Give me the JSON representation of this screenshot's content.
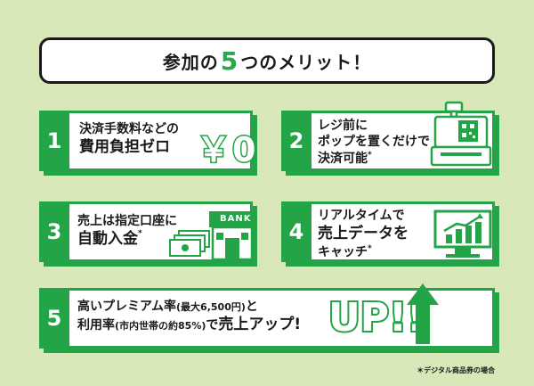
{
  "title": {
    "pre": "参加の",
    "num": "5",
    "post": "つのメリット！"
  },
  "cards": [
    {
      "num": "1",
      "line1": "決済手数料などの",
      "line2": "費用負担ゼロ",
      "highlight": "￥0"
    },
    {
      "num": "2",
      "line1": "レジ前に",
      "line2": "ポップを置くだけで",
      "line3": "決済可能",
      "mark": "*"
    },
    {
      "num": "3",
      "line1": "売上は指定口座に",
      "line2": "自動入金",
      "mark": "*",
      "bank_label": "BANK"
    },
    {
      "num": "4",
      "line1": "リアルタイムで",
      "line2": "売上データを",
      "line3": "キャッチ",
      "mark": "*"
    },
    {
      "num": "5",
      "line1a": "高いプレミアム率",
      "line1b": "(最大6,500円)",
      "line1c": "と",
      "line2a": "利用率",
      "line2b": "(市内世帯の約85%)",
      "line2c": "で",
      "line2d": "売上アップ!",
      "highlight": "UP!!"
    }
  ],
  "footnote": "＊デジタル商品券の場合",
  "colors": {
    "accent": "#22a447",
    "background": "#d9e8b8"
  }
}
